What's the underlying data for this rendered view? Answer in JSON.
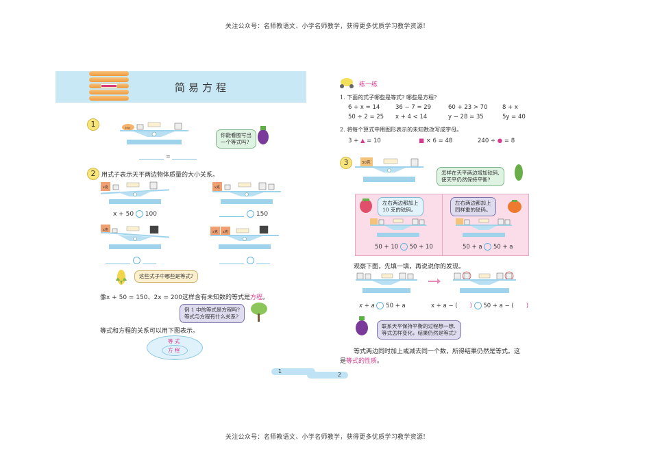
{
  "watermark": {
    "top": "关注公众号：名师教语文、小学名师教学，获得更多优质学习教学资源!",
    "bottom": "关注公众号：名师教语文、小学名师教学，获得更多优质学习教学资源!"
  },
  "left_page": {
    "unit_title": "简易方程",
    "example1": {
      "number": "1",
      "scale_labels": {
        "left_item": "50g",
        "equals": "="
      },
      "bubble": "你能看图写出\n一个等式吗?"
    },
    "example2": {
      "number": "2",
      "instruction": "用式子表示天平两边物体质量的大小关系。",
      "scales": [
        {
          "left_block": "x克",
          "expression_left": "x + 50",
          "expression_right": "100"
        },
        {
          "left_block": "x克",
          "expression_left": "",
          "expression_right": "150"
        },
        {
          "left_block": "x克",
          "expression_left": "",
          "expression_right": ""
        },
        {
          "left_block": "x克 x克",
          "expression_left": "",
          "expression_right": ""
        }
      ],
      "bubble": "这些式子中哪些是等式?"
    },
    "definition": {
      "prefix": "像",
      "expr1": "x + 50 = 150",
      "sep": "、",
      "expr2": "2x = 200",
      "suffix": "这样含有未知数的等式是",
      "term": "方程",
      "end": "。"
    },
    "question_bubble": "例 1 中的等式是方程吗?\n等式与方程有什么关系?",
    "relation_text": "等式和方程的关系可以用下图表示。",
    "diagram": {
      "outer": "等 式",
      "inner": "方 程"
    },
    "page_number": "1"
  },
  "right_page": {
    "practice_label": "练一练",
    "q1": {
      "prompt": "1. 下面的式子哪些是等式? 哪些是方程?",
      "rows": [
        [
          "6 + x = 14",
          "36 − 7 = 29",
          "60 + 23 > 70",
          "8 + x"
        ],
        [
          "50 ÷ 2 = 25",
          "x + 4 < 14",
          "y − 28 = 35",
          "5y = 40"
        ]
      ]
    },
    "q2": {
      "prompt": "2. 将每个算式中用图形表示的未知数改写成字母。",
      "items": [
        {
          "before": "3 + ",
          "shape": "triangle",
          "after": " = 10"
        },
        {
          "before": "",
          "shape": "square",
          "after": " × 6 = 48"
        },
        {
          "before": "240 ÷ ",
          "shape": "circle",
          "after": " = 8"
        }
      ],
      "shape_color": "#d63c8f"
    },
    "example3": {
      "number": "3",
      "left_block": "50克",
      "bubble": "怎样在天平两边增加砝码,\n使天平仍然保持平衡?",
      "panel_left": {
        "bubble": "左右两边都加上\n10 克的砝码。",
        "expression": [
          "50 + 10",
          "50 + 10"
        ]
      },
      "panel_right": {
        "bubble": "左右两边都加上\n同样重的砝码。",
        "expression": [
          "50 + a",
          "50 + a"
        ]
      }
    },
    "observe": {
      "instruction": "观察下图，先填一填，再说说你的发现。",
      "expr_left": [
        "x + a",
        "50 + a"
      ],
      "expr_right": [
        "x + a − (",
        ")",
        "50 + a − (",
        ")"
      ]
    },
    "think_bubble": "联系天平保持平衡的过程想一想,\n等式怎样变化，结果仍然是等式?",
    "property": {
      "line1": "等式两边同时加上或减去同一个数，所得结果仍然是等式。这",
      "line2_prefix": "是",
      "term": "等式的性质",
      "end": "。"
    },
    "page_number": "2"
  },
  "colors": {
    "header_band": "#c9e8f6",
    "accent_pink": "#d63c8f",
    "scale_blue": "#9fd3ec",
    "block_orange": "#f0a070",
    "panel_pink": "#fbdde9"
  }
}
